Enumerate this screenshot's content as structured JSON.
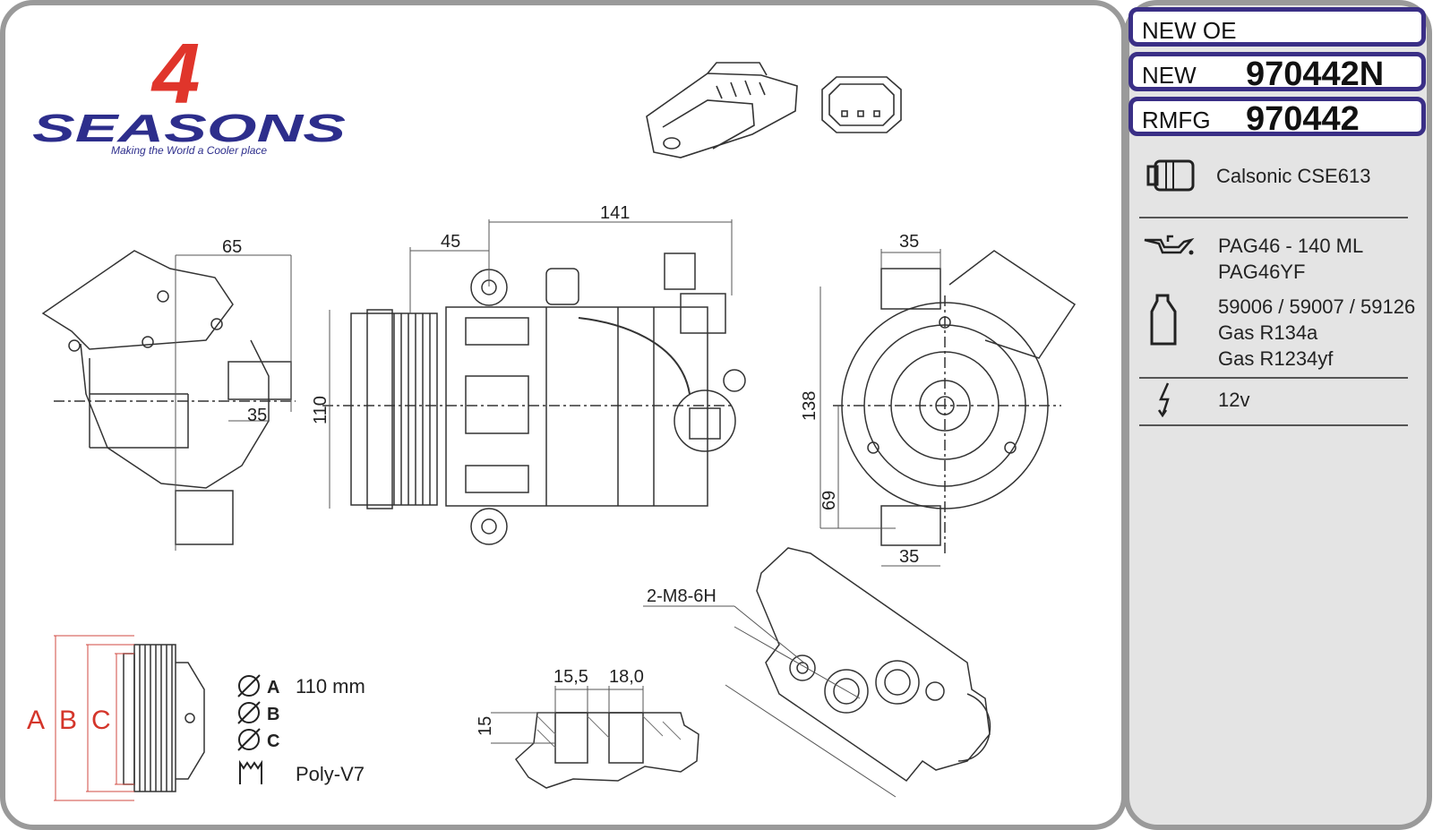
{
  "brand": {
    "logo_number": "4",
    "logo_word": "SEASONS",
    "tagline": "Making the World a Cooler place",
    "red": "#e0352b",
    "blue": "#2d2e8c"
  },
  "codes": {
    "new_oe_label": "NEW OE",
    "new_label": "NEW",
    "new_value": "970442N",
    "rmfg_label": "RMFG",
    "rmfg_value": "970442",
    "border_color": "#3a2f86"
  },
  "specs": {
    "compressor_model": "Calsonic CSE613",
    "oil_lines": [
      "PAG46 - 140 ML",
      "PAG46YF"
    ],
    "gas_lines": [
      "59006 / 59007 / 59126",
      "Gas R134a",
      "Gas R1234yf"
    ],
    "voltage": "12v"
  },
  "pulley": {
    "letters": [
      "A",
      "B",
      "C"
    ],
    "diameter_a": "110 mm",
    "belt": "Poly-V7"
  },
  "dimensions": {
    "d65": "65",
    "d35_side": "35",
    "d110": "110",
    "d45": "45",
    "d141": "141",
    "d35_top": "35",
    "d138": "138",
    "d69": "69",
    "d35_bottom": "35",
    "d15_5": "15,5",
    "d18_0": "18,0",
    "d15": "15",
    "thread": "2-M8-6H"
  },
  "icons": [
    "compressor-icon",
    "oil-can-icon",
    "oil-bottle-icon",
    "lightning-icon"
  ]
}
